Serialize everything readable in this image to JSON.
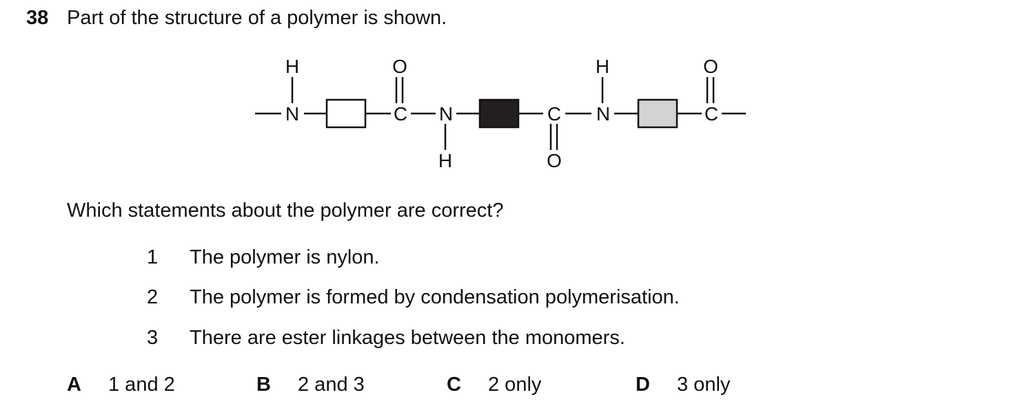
{
  "question": {
    "number": "38",
    "text": "Part of the structure of a polymer is shown."
  },
  "structure": {
    "atoms": {
      "h1": "H",
      "n1": "N",
      "o1": "O",
      "c1": "C",
      "n2": "N",
      "h2": "H",
      "c2": "C",
      "o2": "O",
      "h3": "H",
      "n3": "N",
      "o3": "O",
      "c3": "C"
    },
    "colors": {
      "box1": "#ffffff",
      "box2": "#231f20",
      "box3": "#d3d3d3"
    }
  },
  "prompt": "Which statements about the polymer are correct?",
  "statements": [
    {
      "num": "1",
      "text": "The polymer is nylon."
    },
    {
      "num": "2",
      "text": "The polymer is formed by condensation polymerisation."
    },
    {
      "num": "3",
      "text": "There are ester linkages between the monomers."
    }
  ],
  "options": [
    {
      "letter": "A",
      "text": "1 and 2"
    },
    {
      "letter": "B",
      "text": "2 and 3"
    },
    {
      "letter": "C",
      "text": "2 only"
    },
    {
      "letter": "D",
      "text": "3 only"
    }
  ]
}
